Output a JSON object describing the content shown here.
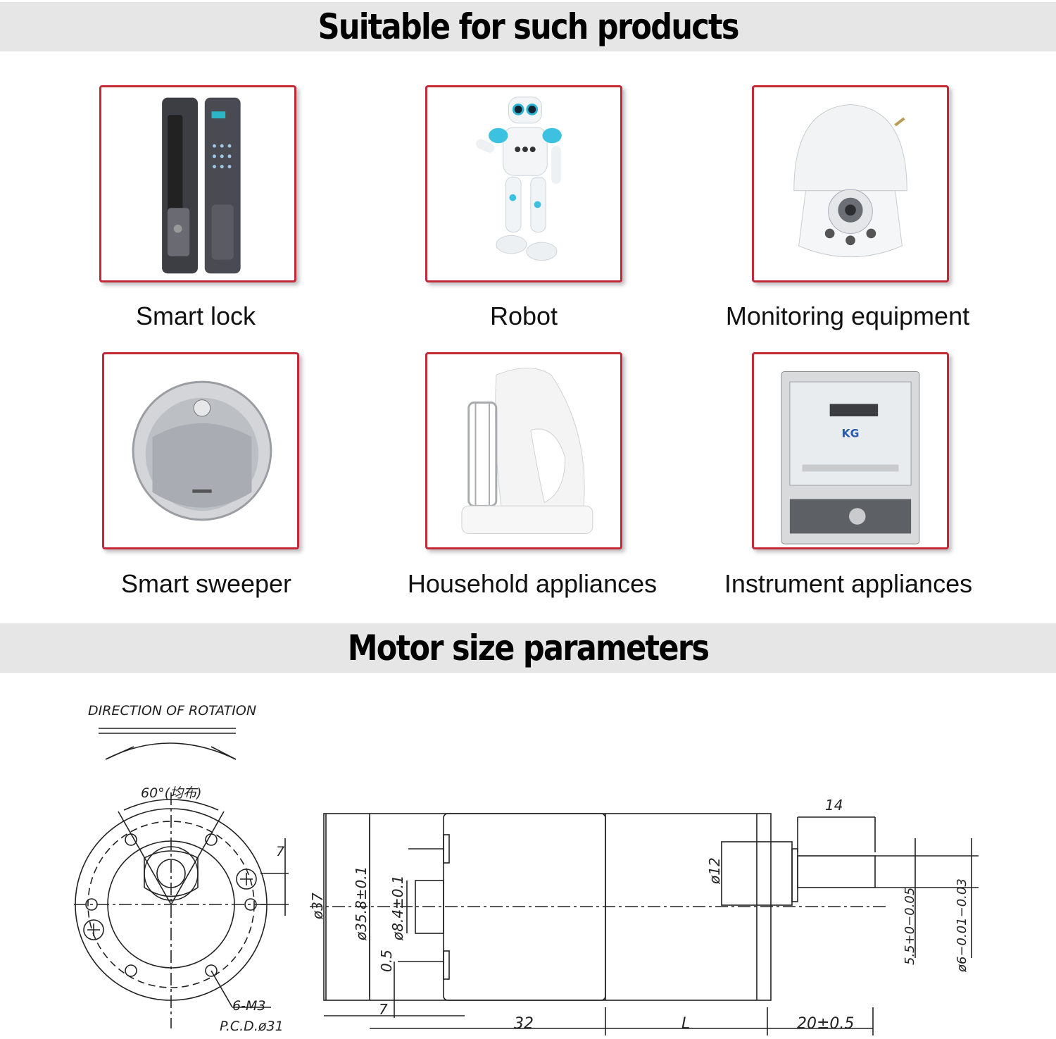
{
  "section1": {
    "title": "Suitable for such products"
  },
  "products": [
    {
      "label": "Smart lock",
      "icon": "smart-lock-image"
    },
    {
      "label": "Robot",
      "icon": "robot-image"
    },
    {
      "label": "Monitoring equipment",
      "icon": "security-camera-image"
    },
    {
      "label": "Smart sweeper",
      "icon": "robot-vacuum-image"
    },
    {
      "label": "Household appliances",
      "icon": "hand-mixer-image"
    },
    {
      "label": "Instrument appliances",
      "icon": "electric-meter-image"
    }
  ],
  "section2": {
    "title": "Motor size parameters"
  },
  "drawing": {
    "rotation_label": "DIRECTION OF ROTATION",
    "angle_label": "60°(均布)",
    "screw_label": "6-M3",
    "pcd_label": "P.C.D.ø31",
    "dim_7_top": "7",
    "dim_37": "ø37",
    "dim_35_8": "ø35.8±0.1",
    "dim_8_4": "ø8.4±0.1",
    "dim_0_5": "0.5",
    "dim_7_bottom": "7",
    "dim_32": "32",
    "dim_L": "L",
    "dim_20": "20±0.5",
    "dim_12": "ø12",
    "dim_14": "14",
    "dim_5_5": "5.5+0−0.05",
    "dim_6": "ø6−0.01−0.03"
  },
  "colors": {
    "banner": "#e6e6e6",
    "card_border": "#c22a3a",
    "line": "#222222"
  }
}
